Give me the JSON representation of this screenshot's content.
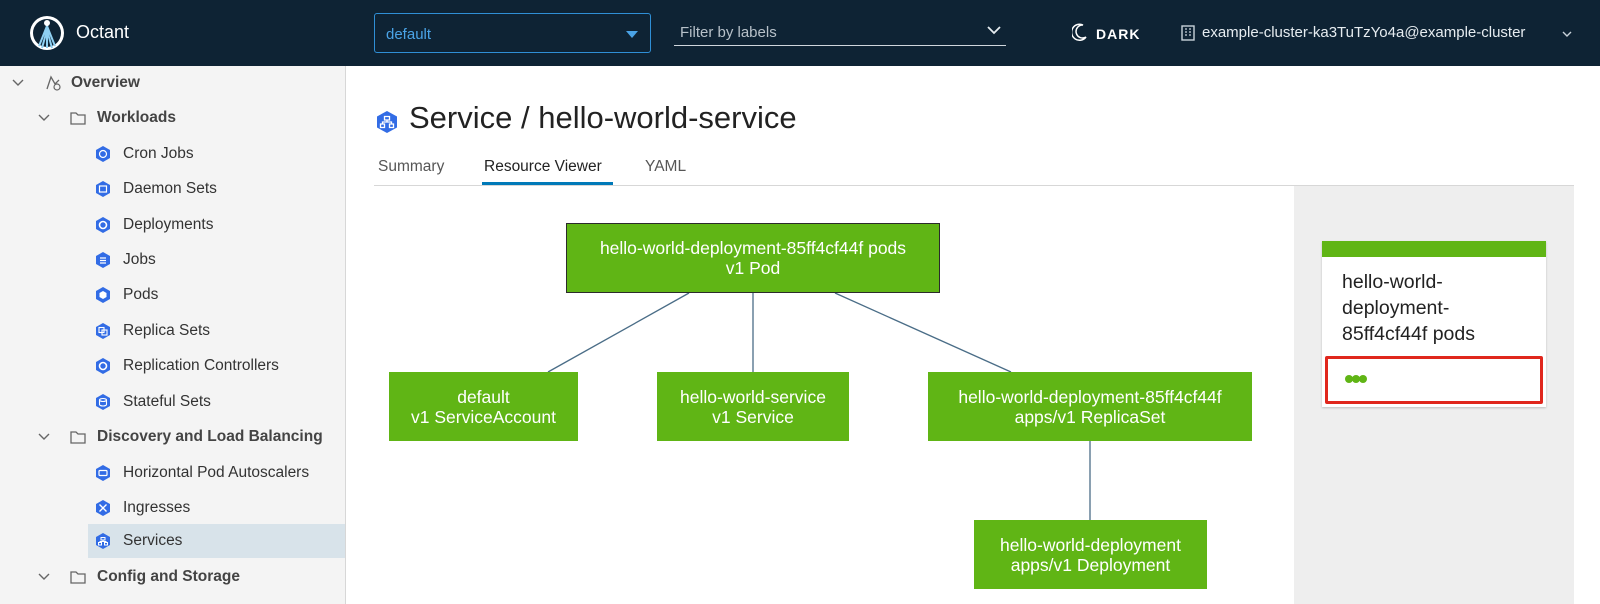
{
  "app": {
    "name": "Octant"
  },
  "header": {
    "namespace": "default",
    "filter_placeholder": "Filter by labels",
    "theme_toggle": "DARK",
    "context": "example-cluster-ka3TuTzYo4a@example-cluster"
  },
  "sidebar": {
    "overview": "Overview",
    "workloads": {
      "label": "Workloads",
      "items": [
        "Cron Jobs",
        "Daemon Sets",
        "Deployments",
        "Jobs",
        "Pods",
        "Replica Sets",
        "Replication Controllers",
        "Stateful Sets"
      ]
    },
    "discovery": {
      "label": "Discovery and Load Balancing",
      "items": [
        "Horizontal Pod Autoscalers",
        "Ingresses",
        "Services"
      ],
      "active": "Services"
    },
    "config": {
      "label": "Config and Storage"
    }
  },
  "page": {
    "title": "Service / hello-world-service",
    "tabs": [
      "Summary",
      "Resource Viewer",
      "YAML"
    ],
    "active_tab": "Resource Viewer"
  },
  "graph": {
    "nodes": {
      "pods": {
        "line1": "hello-world-deployment-85ff4cf44f pods",
        "line2": "v1 Pod"
      },
      "service_account": {
        "line1": "default",
        "line2": "v1 ServiceAccount"
      },
      "service": {
        "line1": "hello-world-service",
        "line2": "v1 Service"
      },
      "replicaset": {
        "line1": "hello-world-deployment-85ff4cf44f",
        "line2": "apps/v1 ReplicaSet"
      },
      "deployment": {
        "line1": "hello-world-deployment",
        "line2": "apps/v1 Deployment"
      }
    },
    "status_color": "#60b515",
    "edge_color": "#4a6d87"
  },
  "detail": {
    "name": "hello-world-deployment-85ff4cf44f pods",
    "pod_count": 3
  }
}
